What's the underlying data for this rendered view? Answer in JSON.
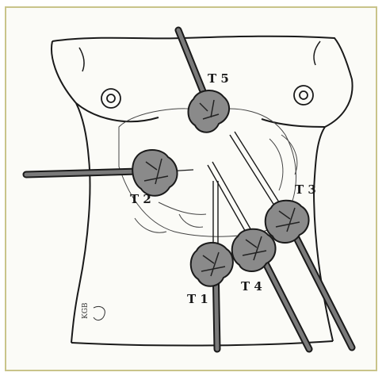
{
  "figure": {
    "ports": [
      {
        "id": "t1",
        "label": "T 1",
        "style": "thin"
      },
      {
        "id": "t2",
        "label": "T 2",
        "style": "thick"
      },
      {
        "id": "t3",
        "label": "T 3",
        "style": "thick"
      },
      {
        "id": "t4",
        "label": "T 4",
        "style": "thick"
      },
      {
        "id": "t5",
        "label": "T 5",
        "style": "thick"
      }
    ],
    "signature": "KGB"
  },
  "colors": {
    "frame_border": "#c9c48a",
    "ink": "#1a1a1a",
    "instrument": "#6b6b6b",
    "port_fill": "#8a8a8a"
  }
}
